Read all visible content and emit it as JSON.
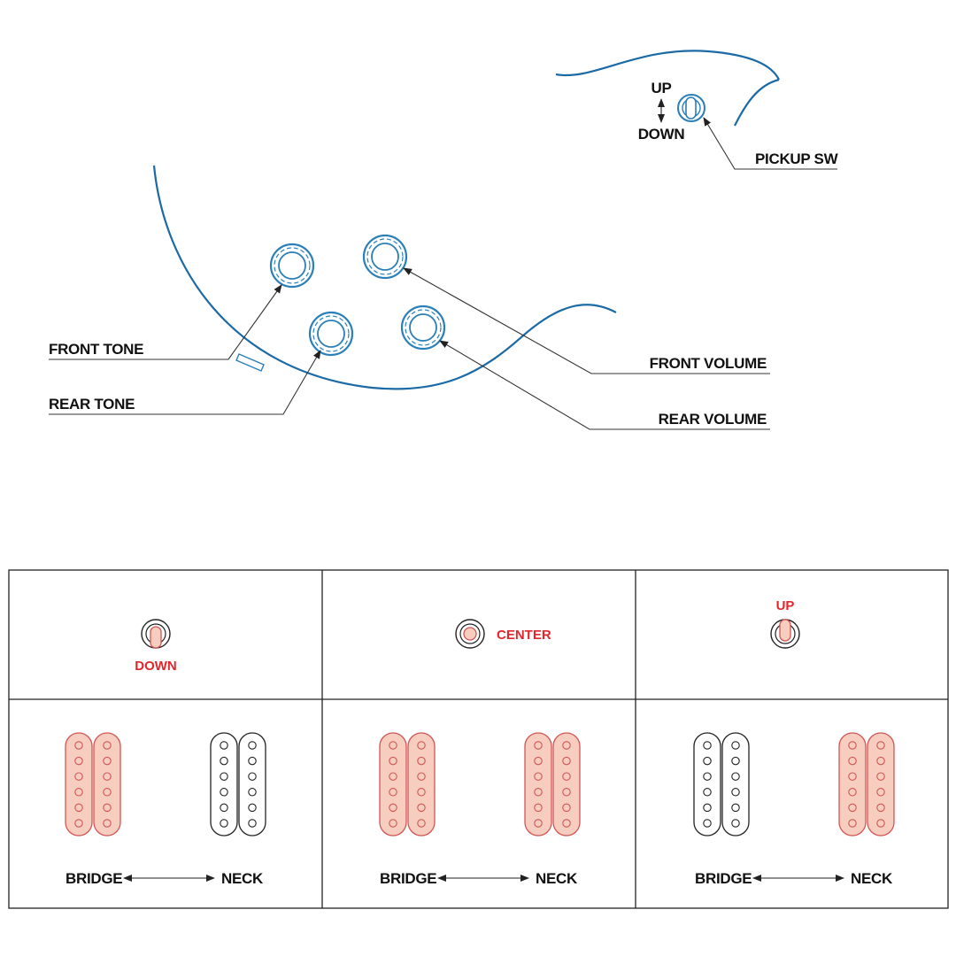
{
  "diagram": {
    "control_labels": {
      "pickup_sw": "PICKUP SW",
      "up": "UP",
      "down": "DOWN",
      "front_tone": "FRONT TONE",
      "rear_tone": "REAR TONE",
      "front_volume": "FRONT VOLUME",
      "rear_volume": "REAR VOLUME"
    },
    "switch_positions": [
      {
        "label": "DOWN",
        "pickups": [
          {
            "label": "BRIDGE",
            "active": true
          },
          {
            "label": "NECK",
            "active": false
          }
        ]
      },
      {
        "label": "CENTER",
        "pickups": [
          {
            "label": "BRIDGE",
            "active": true
          },
          {
            "label": "NECK",
            "active": true
          }
        ]
      },
      {
        "label": "UP",
        "pickups": [
          {
            "label": "BRIDGE",
            "active": false
          },
          {
            "label": "NECK",
            "active": true
          }
        ]
      }
    ],
    "colors": {
      "body_outline": "#1b6aa5",
      "knob": "#2a7fb8",
      "active_highlight": "#e3262c",
      "active_fill": "#f6cdbf"
    }
  }
}
